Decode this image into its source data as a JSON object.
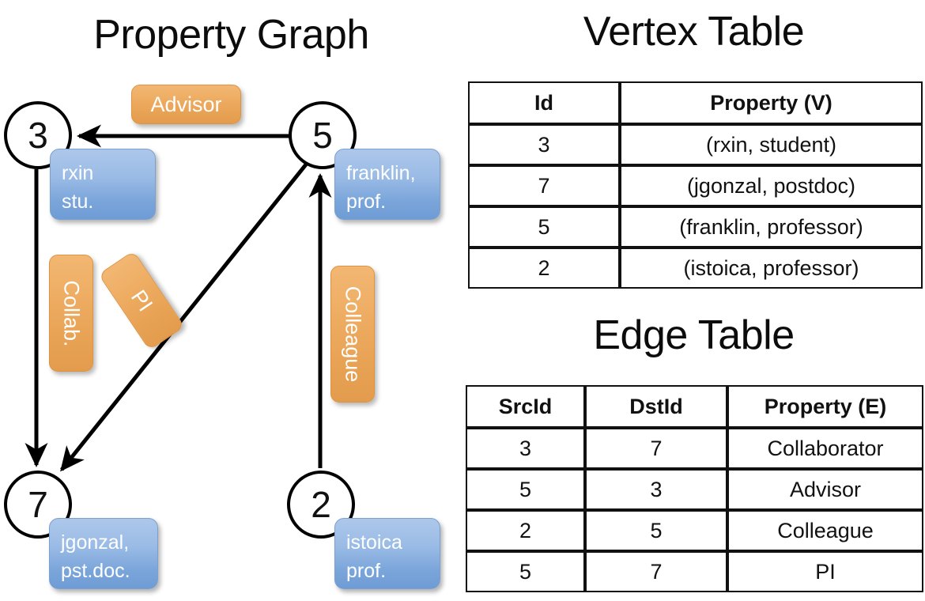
{
  "titles": {
    "property_graph": "Property Graph",
    "vertex_table": "Vertex Table",
    "edge_table": "Edge Table"
  },
  "graph": {
    "nodes": [
      {
        "id": "3",
        "property_lines": [
          "rxin",
          "stu."
        ]
      },
      {
        "id": "5",
        "property_lines": [
          "franklin,",
          "prof."
        ]
      },
      {
        "id": "7",
        "property_lines": [
          "jgonzal,",
          "pst.doc."
        ]
      },
      {
        "id": "2",
        "property_lines": [
          "istoica",
          "prof."
        ]
      }
    ],
    "edge_labels": [
      {
        "name": "advisor",
        "text": "Advisor"
      },
      {
        "name": "collab",
        "text": "Collab."
      },
      {
        "name": "pi",
        "text": "PI"
      },
      {
        "name": "colleague",
        "text": "Colleague"
      }
    ],
    "edges": [
      {
        "src": "5",
        "dst": "3",
        "label": "Advisor"
      },
      {
        "src": "3",
        "dst": "7",
        "label": "Collab."
      },
      {
        "src": "5",
        "dst": "7",
        "label": "PI"
      },
      {
        "src": "2",
        "dst": "5",
        "label": "Colleague"
      }
    ]
  },
  "vertex_table": {
    "headers": [
      "Id",
      "Property (V)"
    ],
    "rows": [
      {
        "id": "3",
        "property": "(rxin, student)"
      },
      {
        "id": "7",
        "property": "(jgonzal, postdoc)"
      },
      {
        "id": "5",
        "property": "(franklin, professor)"
      },
      {
        "id": "2",
        "property": "(istoica, professor)"
      }
    ]
  },
  "edge_table": {
    "headers": [
      "SrcId",
      "DstId",
      "Property (E)"
    ],
    "rows": [
      {
        "src": "3",
        "dst": "7",
        "property": "Collaborator"
      },
      {
        "src": "5",
        "dst": "3",
        "property": "Advisor"
      },
      {
        "src": "2",
        "dst": "5",
        "property": "Colleague"
      },
      {
        "src": "5",
        "dst": "7",
        "property": "PI"
      }
    ]
  },
  "colors": {
    "vertex_property_fill": "#ccdaf0",
    "edge_property_fill": "#f6e0c8",
    "node_box_blue": "#7aa5da",
    "edge_label_orange": "#e8a254",
    "stroke": "#111111",
    "background": "#ffffff"
  }
}
